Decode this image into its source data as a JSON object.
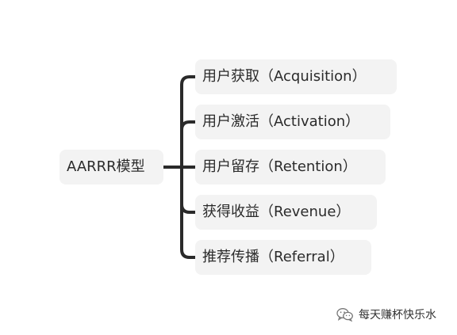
{
  "mindmap": {
    "root": "AARRR模型",
    "branches": [
      "用户获取（Acquisition）",
      "用户激活（Activation）",
      "用户留存（Retention）",
      "获得收益（Revenue）",
      "推荐传播（Referral）"
    ],
    "line_color": "#2a2a2a",
    "node_bg": "#f3f3f3"
  },
  "watermark": {
    "icon": "wechat-icon",
    "text": "每天赚杯快乐水"
  }
}
